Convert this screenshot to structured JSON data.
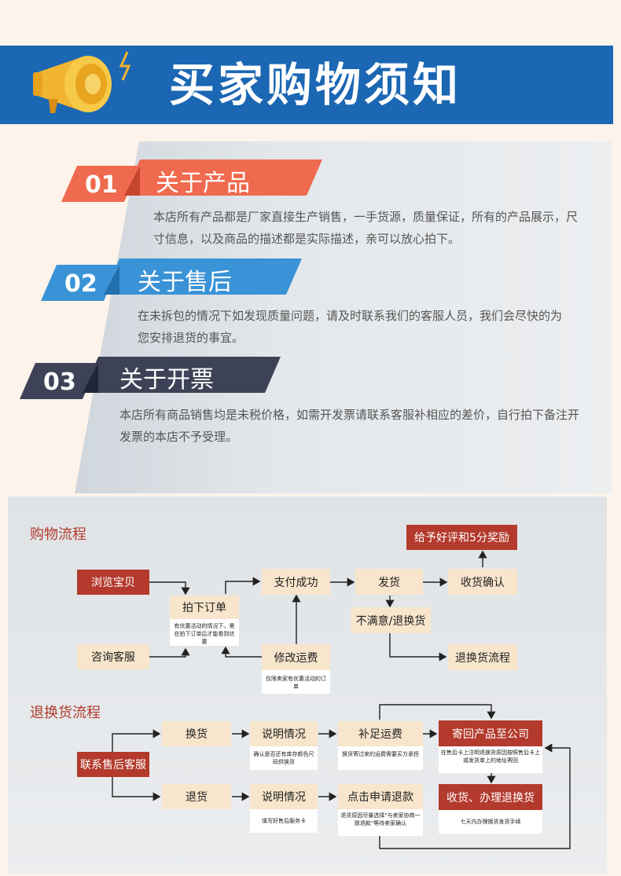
{
  "header": {
    "title": "买家购物须知"
  },
  "sections": [
    {
      "num": "01",
      "title": "关于产品",
      "text": "本店所有产品都是厂家直接生产销售，一手货源，质量保证，所有的产品展示，尺寸信息，以及商品的描述都是实际描述，亲可以放心拍下。",
      "color": "#ef6a4e"
    },
    {
      "num": "02",
      "title": "关于售后",
      "text": "在未拆包的情况下如发现质量问题，请及时联系我们的客服人员，我们会尽快的为您安排退货的事宜。",
      "color": "#3a93d6"
    },
    {
      "num": "03",
      "title": "关于开票",
      "text": "本店所有商品销售均是未税价格，如需开发票请联系客服补相应的差价，自行拍下备注开发票的本店不予受理。",
      "color": "#3d4257"
    }
  ],
  "shopping_flow": {
    "heading": "购物流程",
    "browse": "浏览宝贝",
    "consult": "咨询客服",
    "order": "拍下订单",
    "order_note": "有优惠活动的情况下，需在拍下订单后才能看到优惠",
    "pay": "支付成功",
    "modify": "修改运费",
    "modify_note": "仅限卖家有优惠活动的订单",
    "ship": "发货",
    "receive": "收货确认",
    "review": "给予好评和5分奖励",
    "unsatisfied": "不满意/退换货",
    "return_process": "退换货流程"
  },
  "return_flow": {
    "heading": "退换货流程",
    "contact": "联系售后客服",
    "exchange": "换货",
    "refund": "退货",
    "explain1": "说明情况",
    "explain1_note": "确认是否还有库存颜色尺码供换货",
    "explain2": "说明情况",
    "explain2_note": "填写好售后服务卡",
    "freight": "补足运费",
    "freight_note": "换货寄过来的运费需要买方承担",
    "apply": "点击申请退款",
    "apply_note": "退货原因尽量选择\"与卖家协商一致退款\"等待卖家确认",
    "send_back": "寄回产品至公司",
    "send_back_note": "在售后卡上注明退换货原因按照售后卡上或发货单上的地址寄回",
    "receive_process": "收货、办理退换货",
    "receive_note": "七天内办理换货发货手续"
  }
}
